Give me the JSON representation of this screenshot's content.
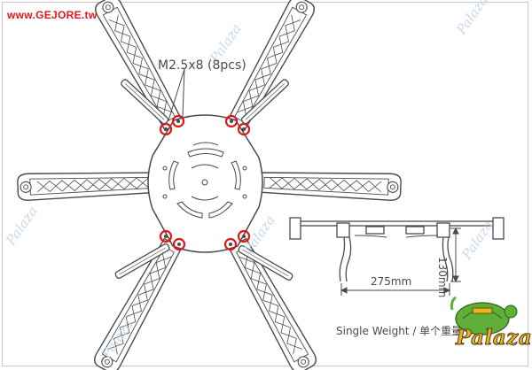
{
  "site_label": "www.GEJORE.tw",
  "watermark": "Palaza",
  "logo_text": "Palaza",
  "screw_label": "M2.5x8 (8pcs)",
  "side_view": {
    "width_label": "275mm",
    "height_label": "130mm"
  },
  "weight_label": "Single Weight / 单个重量",
  "colors": {
    "line": "#4a4a4a",
    "highlight": "#e0161a",
    "site_text": "#e0161a",
    "watermark": "#bfd2ea",
    "logo_gold": "#e6b422",
    "logo_green": "#5fae3a"
  }
}
